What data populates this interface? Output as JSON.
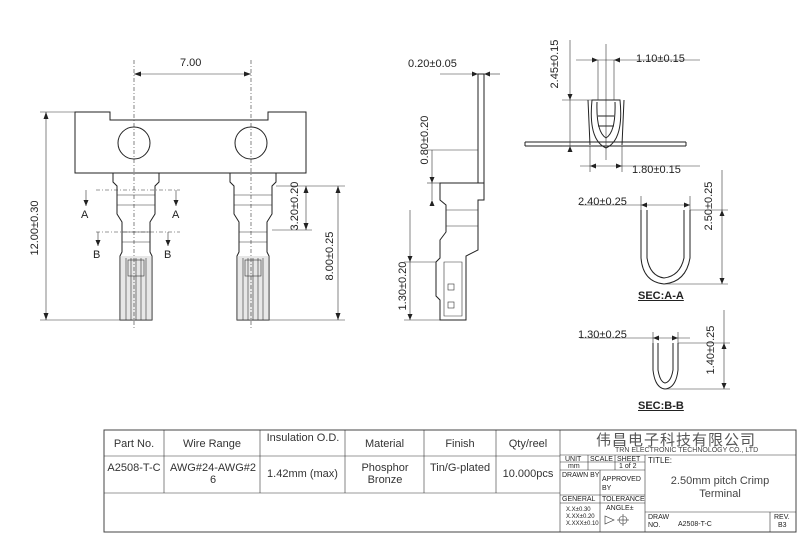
{
  "dimensions": {
    "pitch": "7.00",
    "height_total": "12.00±0.30",
    "crimp_length": "8.00±0.25",
    "insulation_len": "3.20±0.20",
    "thickness": "0.20±0.05",
    "wire_height": "0.80±0.20",
    "contact_height": "1.30±0.20",
    "top_height": "2.45±0.15",
    "top_width": "1.10±0.15",
    "base_width": "1.80±0.15",
    "secA_width": "2.40±0.25",
    "secA_height": "2.50±0.25",
    "secB_width": "1.30±0.25",
    "secB_height": "1.40±0.25"
  },
  "section_marks": {
    "a": "A",
    "b": "B"
  },
  "sections": {
    "a": "SEC:A-A",
    "b": "SEC:B-B"
  },
  "spec_table": {
    "headers": [
      "Part No.",
      "Wire Range",
      "Insulation O.D.",
      "Material",
      "Finish",
      "Qty/reel"
    ],
    "values": [
      "A2508-T-C",
      "AWG#24-AWG#26",
      "1.42mm (max)",
      "Phosphor Bronze",
      "Tin/G-plated",
      "10.000pcs"
    ]
  },
  "title_block": {
    "company_cn": "伟昌电子科技有限公司",
    "company_en": "TRN ELECTRONIC TECHNOLOGY CO., LTD",
    "unit_label": "UNIT",
    "unit_value": "mm",
    "scale_label": "SCALE",
    "sheet_label": "SHEET",
    "sheet_value": "1 of 2",
    "title_label": "TITLE:",
    "title_value": "2.50mm pitch Crimp Terminal",
    "drawn_by": "DRAWN BY",
    "approved_by": "APPROVED BY",
    "general": "GENERAL",
    "tolerance": "TOLERANCE",
    "tol1": "X.X±0.30",
    "tol2": "X.XX±0.20",
    "tol3": "X.XXX±0.10",
    "angle": "ANGLE±",
    "draw_no_label": "DRAW NO.",
    "draw_no": "A2508-T-C",
    "rev_label": "REV.",
    "rev": "B3"
  }
}
